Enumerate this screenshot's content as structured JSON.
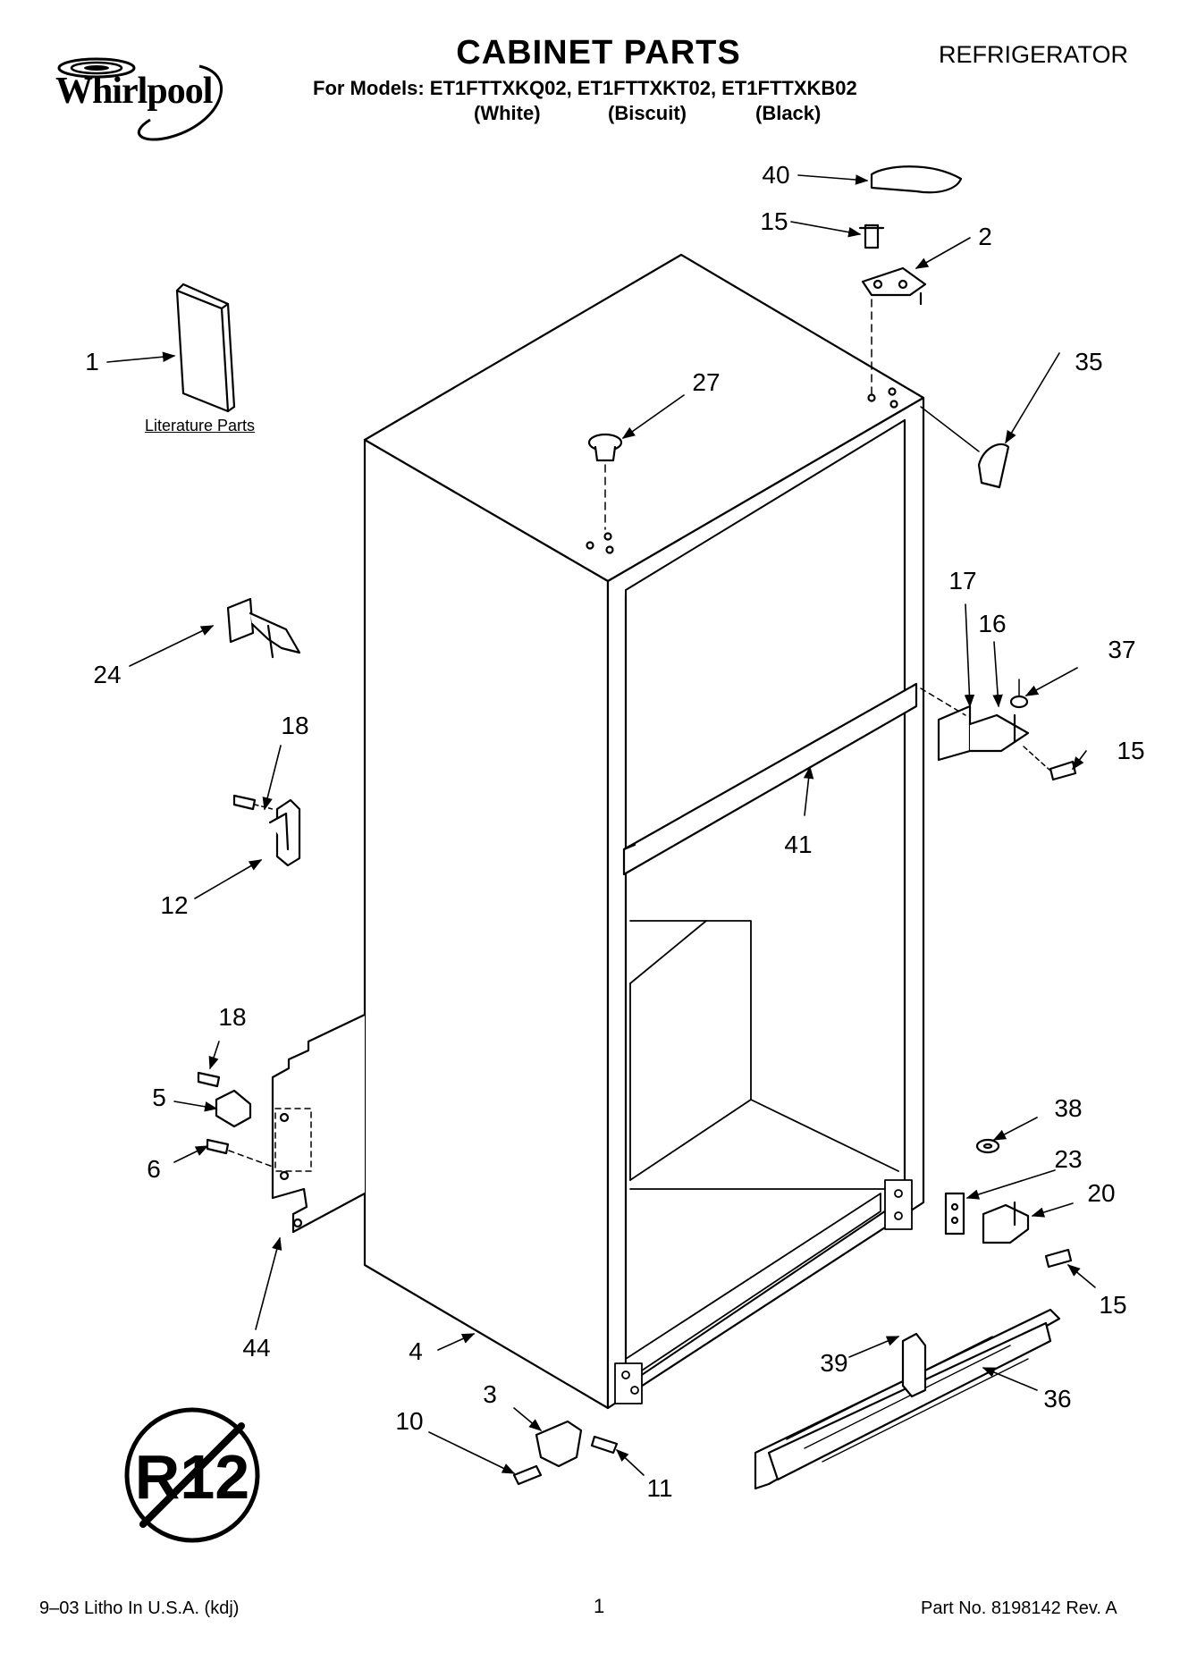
{
  "header": {
    "brand": "Whirlpool",
    "title": "CABINET PARTS",
    "appliance": "REFRIGERATOR",
    "models_line": "For Models: ET1FTTXKQ02, ET1FTTXKT02, ET1FTTXKB02",
    "colors": [
      "(White)",
      "(Biscuit)",
      "(Black)"
    ]
  },
  "diagram": {
    "literature_caption": "Literature Parts",
    "refrigerant_badge": "R12",
    "callouts": {
      "c1": "1",
      "c2": "2",
      "c3": "3",
      "c4": "4",
      "c5": "5",
      "c6": "6",
      "c10": "10",
      "c11": "11",
      "c12": "12",
      "c15a": "15",
      "c15b": "15",
      "c15c": "15",
      "c16": "16",
      "c17": "17",
      "c18a": "18",
      "c18b": "18",
      "c20": "20",
      "c23": "23",
      "c24": "24",
      "c27": "27",
      "c35": "35",
      "c36": "36",
      "c37": "37",
      "c38": "38",
      "c39": "39",
      "c40": "40",
      "c41": "41",
      "c44": "44"
    }
  },
  "footer": {
    "left": "9–03 Litho In U.S.A. (kdj)",
    "page": "1",
    "right": "Part No. 8198142 Rev. A"
  }
}
